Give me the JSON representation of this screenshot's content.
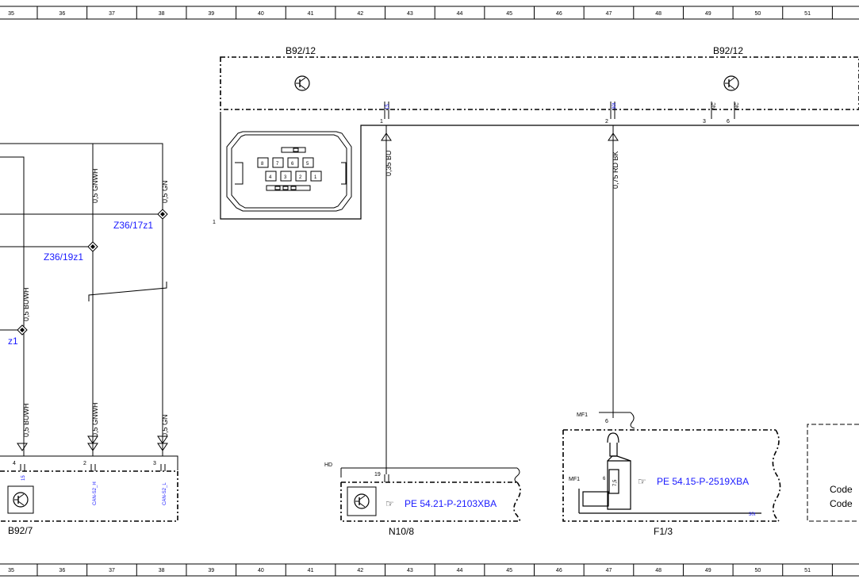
{
  "ruler": {
    "numbers": [
      "35",
      "36",
      "37",
      "38",
      "39",
      "40",
      "41",
      "42",
      "43",
      "44",
      "45",
      "46",
      "47",
      "48",
      "49",
      "50",
      "51"
    ]
  },
  "components": {
    "b92_12_left_label": "B92/12",
    "b92_12_right_label": "B92/12",
    "b92_7_label": "B92/7",
    "n10_8_label": "N10/8",
    "f1_3_label": "F1/3",
    "connector_label": "1",
    "hd_label": "HD",
    "mf1_top_label": "MF1",
    "mf1_inner_label": "MF1",
    "code_line_1": "Code",
    "code_line_2": "Code"
  },
  "connector_pins": [
    "8",
    "7",
    "6",
    "5",
    "4",
    "3",
    "2",
    "1"
  ],
  "pins": {
    "b92_12_pin1": "1",
    "b92_12_pin1_sig": "15",
    "b92_12_pin2": "2",
    "b92_12_pin2_sig": "30t",
    "b92_12_pin3": "3",
    "b92_12_pin3_sig": "NC",
    "b92_12_pin6": "6",
    "b92_12_pin6_sig": "NC",
    "b92_7_pin4": "4",
    "b92_7_pin4_sig": "15",
    "b92_7_pin2": "2",
    "b92_7_pin2_sig": "CAN-S2_H",
    "b92_7_pin3": "3",
    "b92_7_pin3_sig": "CAN-S2_L",
    "n10_8_pin19": "19",
    "f1_3_pin6": "6",
    "f1_3_fuse_pin": "6",
    "f1_3_fuse_value": "7,5",
    "f1_3_30t": "30t"
  },
  "wires": {
    "w_bu_top": "0,35 BU",
    "w_rdbk_top": "0,75 RD BK",
    "w_gnwh_top": "0,5 GNWH",
    "w_gn_top": "0,5 GN",
    "w_buwh_mid": "0,5 BUWH",
    "w_buwh_bottom": "0,5 BUWH",
    "w_gnwh_bottom": "0,5 GNWH",
    "w_gn_bottom": "0,5 GN"
  },
  "splices": {
    "z36_17z1": "Z36/17z1",
    "z36_19z1": "Z36/19z1",
    "z_partial": "z1"
  },
  "references": {
    "ref_n10_8": "PE 54.21-P-2103XBA",
    "ref_f1_3": "PE 54.15-P-2519XBA"
  },
  "colors": {
    "line": "#000000",
    "reference": "#1a1aff"
  }
}
